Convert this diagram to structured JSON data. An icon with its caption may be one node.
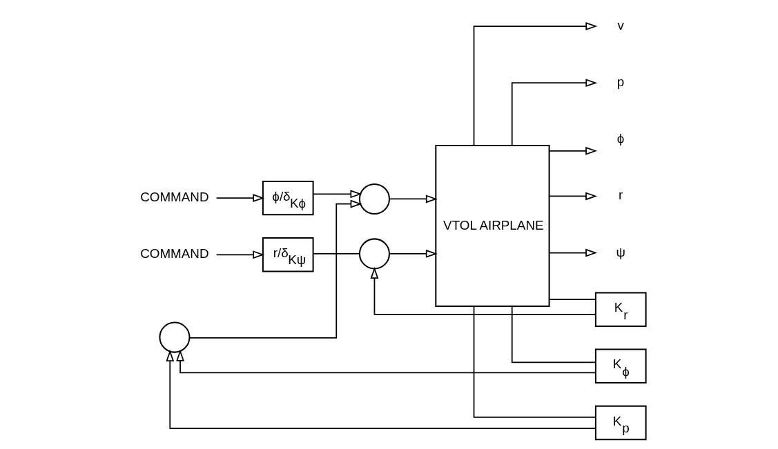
{
  "diagram": {
    "nodes": [
      {
        "text": [
          "COMMAND"
        ]
      },
      {
        "text": [
          "ϕ/δ$_{Kϕ}$"
        ]
      },
      {
        "text": [],
        "shape": "circle"
      },
      {
        "text": [
          "COMMAND"
        ]
      },
      {
        "text": [
          "r/δ$_{Kψ}$"
        ]
      },
      {
        "text": [],
        "shape": "circle"
      },
      {
        "text": [
          "VTOL AIRPLANE"
        ]
      },
      {
        "text": [
          "v"
        ]
      },
      {
        "text": [
          "p"
        ]
      },
      {
        "text": [
          "ϕ"
        ]
      },
      {
        "text": [
          "r"
        ]
      },
      {
        "text": [
          "ψ"
        ]
      },
      {
        "text": [
          "K$_{r}$"
        ]
      },
      {
        "text": [
          "K$_{ϕ}$"
        ]
      },
      {
        "text": [
          "K$_{p}$"
        ]
      },
      {
        "text": [],
        "shape": "circle"
      }
    ],
    "edges": [
      {
        "from": 0,
        "to": 1,
        "arrow": "to"
      },
      {
        "from": 1,
        "to": 2,
        "arrow": "to"
      },
      {
        "from": 2,
        "to": 6,
        "arrow": "to"
      },
      {
        "from": 3,
        "to": 4,
        "arrow": "to"
      },
      {
        "from": 4,
        "to": 5,
        "arrow": "none"
      },
      {
        "from": 5,
        "to": 6,
        "arrow": "to"
      },
      {
        "from": 6,
        "to": 7,
        "arrow": "to"
      },
      {
        "from": 6,
        "to": 8,
        "arrow": "to"
      },
      {
        "from": 6,
        "to": 9,
        "arrow": "to"
      },
      {
        "from": 6,
        "to": 10,
        "arrow": "to"
      },
      {
        "from": 6,
        "to": 11,
        "arrow": "to"
      },
      {
        "from": 6,
        "to": 12,
        "arrow": "none"
      },
      {
        "from": 6,
        "to": 13,
        "arrow": "none"
      },
      {
        "from": 6,
        "to": 14,
        "arrow": "none"
      },
      {
        "from": 12,
        "to": 5,
        "arrow": "to"
      },
      {
        "from": 13,
        "to": 15,
        "arrow": "to"
      },
      {
        "from": 14,
        "to": 15,
        "arrow": "to"
      },
      {
        "from": 15,
        "to": 2,
        "arrow": "to"
      }
    ]
  }
}
